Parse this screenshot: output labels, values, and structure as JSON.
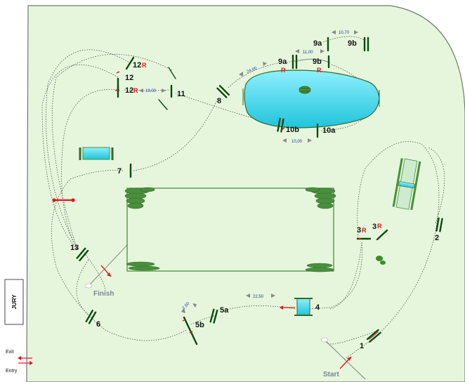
{
  "arena": {
    "fill": "#e6f6dc",
    "border": "#6b7a6b"
  },
  "jury_label": "JURY",
  "exit_label": "Exit",
  "entry_label": "Entry",
  "start_label": "Start",
  "finish_label": "Finish",
  "obstacles": [
    {
      "id": "1",
      "label": "1"
    },
    {
      "id": "2",
      "label": "2"
    },
    {
      "id": "3",
      "label": "3",
      "suffix": "R"
    },
    {
      "id": "3r",
      "label": "3",
      "suffix": "R"
    },
    {
      "id": "4",
      "label": "4"
    },
    {
      "id": "5a",
      "label": "5a"
    },
    {
      "id": "5b",
      "label": "5b"
    },
    {
      "id": "6",
      "label": "6"
    },
    {
      "id": "7",
      "label": "7"
    },
    {
      "id": "8",
      "label": "8"
    },
    {
      "id": "9a_top",
      "label": "9a"
    },
    {
      "id": "9b_top",
      "label": "9b"
    },
    {
      "id": "9a",
      "label": "9a"
    },
    {
      "id": "9b",
      "label": "9b"
    },
    {
      "id": "10a",
      "label": "10a"
    },
    {
      "id": "10b",
      "label": "10b"
    },
    {
      "id": "11",
      "label": "11"
    },
    {
      "id": "12_top",
      "label": "12",
      "suffix": "R"
    },
    {
      "id": "12_mid",
      "label": "12"
    },
    {
      "id": "12_low",
      "label": "12"
    },
    {
      "id": "13",
      "label": "13"
    }
  ],
  "red_markers": [
    "R",
    "R",
    "R"
  ],
  "distances": {
    "d_9_top": "10,70",
    "d_9_mid": "11,00",
    "d_8_9": "24,00",
    "d_10": "10,00",
    "d_12_11": "19,00",
    "d_5": "7,50",
    "d_4_5": "22,50"
  },
  "colors": {
    "water": "#38d0e4",
    "hedge": "#4a8f3c",
    "pole": "#0b4a12",
    "red": "#e8141c",
    "text_blue": "#1f3b8f"
  }
}
